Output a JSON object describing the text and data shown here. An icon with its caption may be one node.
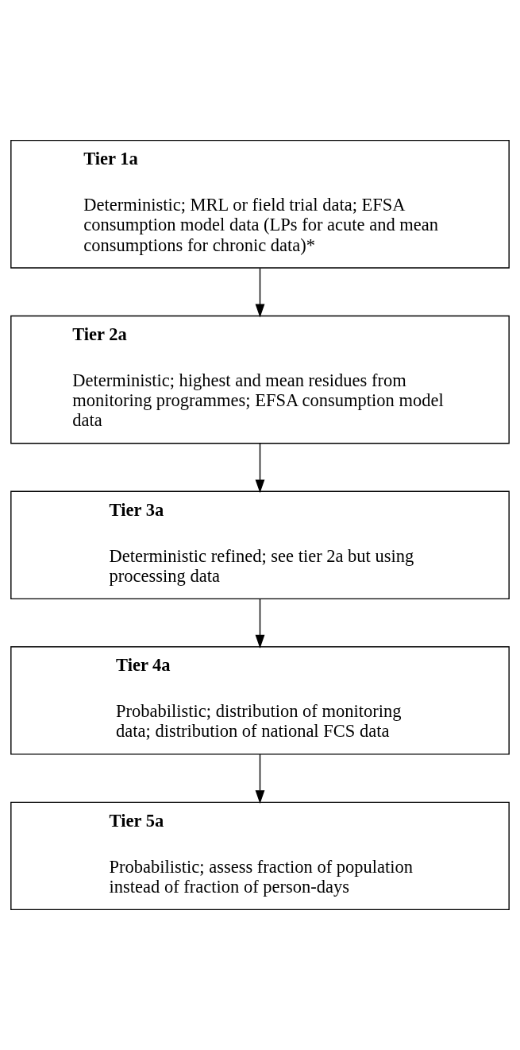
{
  "diagram": {
    "nodes": [
      {
        "text": [
          "Tier 1a",
          "Deterministic; MRL or field trial data; EFSA consumption model data (LPs for acute and mean consumptions for chronic data)*"
        ]
      },
      {
        "text": [
          "Tier 2a",
          "Deterministic; highest and mean residues from monitoring programmes; EFSA consumption model data"
        ]
      },
      {
        "text": [
          "Tier 3a",
          "Deterministic refined; see tier 2a but using processing data"
        ]
      },
      {
        "text": [
          "Tier 4a",
          "Probabilistic; distribution of monitoring data; distribution of national FCS data"
        ]
      },
      {
        "text": [
          "Tier 5a",
          "Probabilistic; assess fraction of population instead of fraction of person-days"
        ]
      }
    ],
    "edges": [
      {
        "from": 0,
        "to": 1,
        "arrow": "to"
      },
      {
        "from": 1,
        "to": 2,
        "arrow": "to"
      },
      {
        "from": 2,
        "to": 3,
        "arrow": "to"
      },
      {
        "from": 3,
        "to": 4,
        "arrow": "to"
      }
    ]
  }
}
